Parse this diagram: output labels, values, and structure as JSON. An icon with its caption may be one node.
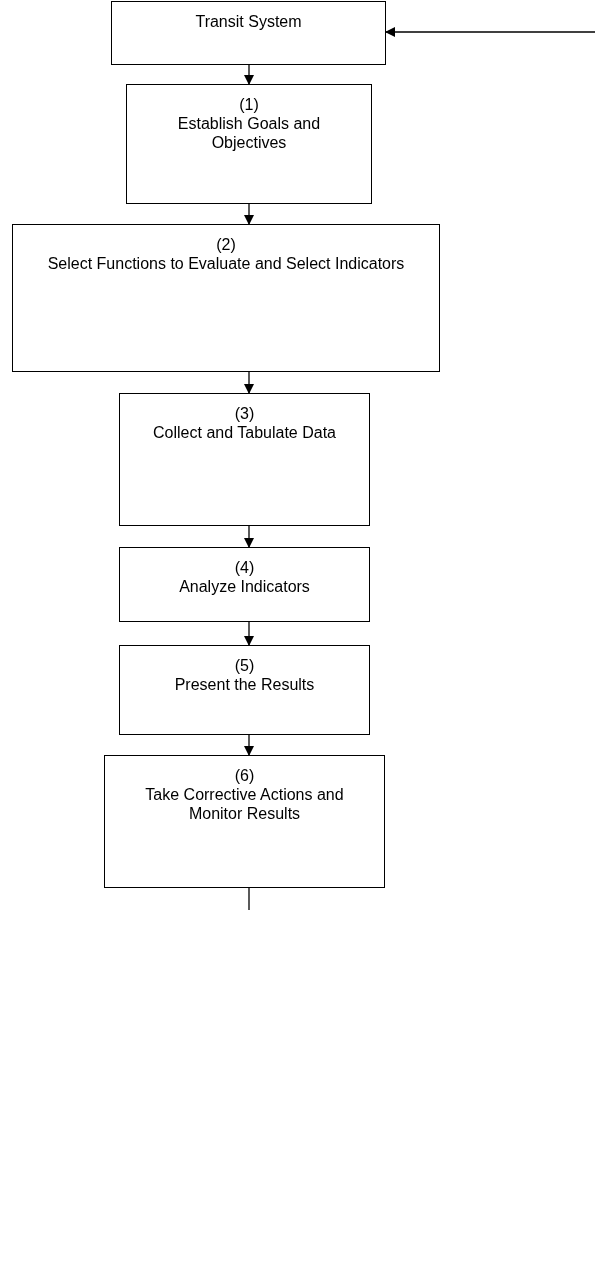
{
  "diagram": {
    "nodes": [
      {
        "text": [
          "Transit System"
        ]
      },
      {
        "text": [
          "(1)",
          "Establish Goals and Objectives"
        ]
      },
      {
        "text": [
          "(2)",
          "Select Functions to Evaluate and Select Indicators"
        ]
      },
      {
        "text": [
          "(3)",
          "Collect and Tabulate Data"
        ]
      },
      {
        "text": [
          "(4)",
          "Analyze Indicators"
        ]
      },
      {
        "text": [
          "(5)",
          "Present the Results"
        ]
      },
      {
        "text": [
          "(6)",
          "Take Corrective Actions and Monitor Results"
        ]
      }
    ],
    "edges": [
      {
        "from": null,
        "to": 0,
        "arrow": "to"
      },
      {
        "from": 0,
        "to": 1,
        "arrow": "to"
      },
      {
        "from": 1,
        "to": 2,
        "arrow": "to"
      },
      {
        "from": 2,
        "to": 3,
        "arrow": "to"
      },
      {
        "from": 3,
        "to": 4,
        "arrow": "to"
      },
      {
        "from": 4,
        "to": 5,
        "arrow": "to"
      },
      {
        "from": 5,
        "to": 6,
        "arrow": "to"
      },
      {
        "from": 6,
        "to": null,
        "arrow": "none"
      }
    ]
  }
}
